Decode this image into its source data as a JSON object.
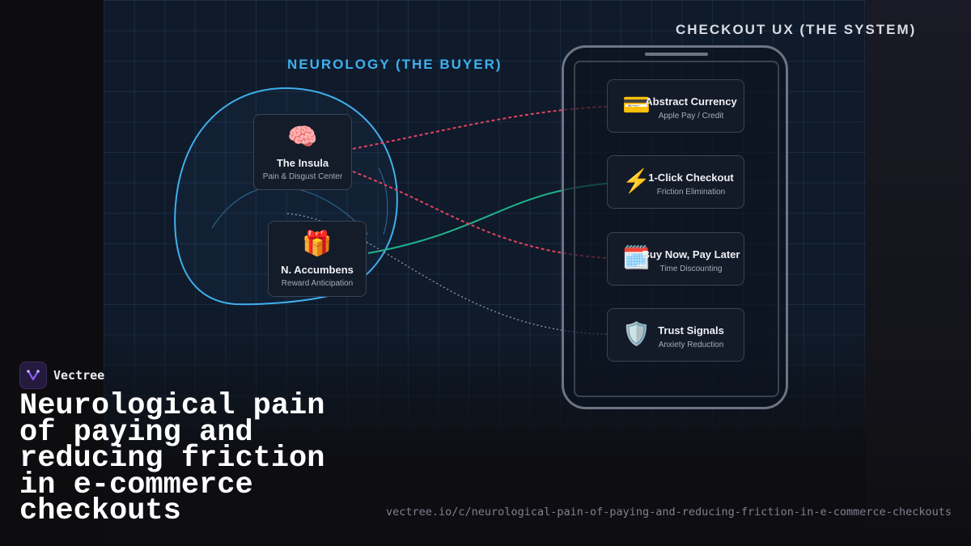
{
  "brain_section": {
    "title": "NEUROLOGY (THE BUYER)",
    "regions": [
      {
        "icon": "brain-icon",
        "glyph": "🧠",
        "name": "The Insula",
        "subtitle": "Pain & Disgust Center"
      },
      {
        "icon": "gift-icon",
        "glyph": "🎁",
        "name": "N. Accumbens",
        "subtitle": "Reward Anticipation"
      }
    ]
  },
  "system_section": {
    "title": "CHECKOUT UX (THE SYSTEM)",
    "features": [
      {
        "icon": "credit-card-icon",
        "glyph": "💳",
        "name": "Abstract Currency",
        "subtitle": "Apple Pay / Credit"
      },
      {
        "icon": "lightning-icon",
        "glyph": "⚡",
        "name": "1-Click Checkout",
        "subtitle": "Friction Elimination"
      },
      {
        "icon": "calendar-icon",
        "glyph": "🗓️",
        "name": "Buy Now, Pay Later",
        "subtitle": "Time Discounting"
      },
      {
        "icon": "shield-icon",
        "glyph": "🛡️",
        "name": "Trust Signals",
        "subtitle": "Anxiety Reduction"
      }
    ]
  },
  "connections": [
    {
      "from": "Abstract Currency",
      "to": "The Insula",
      "style": "dashed",
      "color": "#e0445f"
    },
    {
      "from": "1-Click Checkout",
      "to": "N. Accumbens",
      "style": "solid",
      "color": "#21b38a"
    },
    {
      "from": "Buy Now, Pay Later",
      "to": "The Insula",
      "style": "dashed",
      "color": "#e0445f"
    },
    {
      "from": "Trust Signals",
      "to": "N. Accumbens",
      "style": "dotted",
      "color": "#8a94a6"
    }
  ],
  "colors": {
    "accent_blue": "#3fb0ee",
    "pain_red": "#e0445f",
    "reward_green": "#21b38a",
    "brand_purple": "#8b5cf6"
  },
  "brand": {
    "name": "Vectree",
    "logo_icon": "vectree-logo-icon"
  },
  "headline": "Neurological pain of paying and reducing friction in e-commerce checkouts",
  "url": "vectree.io/c/neurological-pain-of-paying-and-reducing-friction-in-e-commerce-checkouts"
}
